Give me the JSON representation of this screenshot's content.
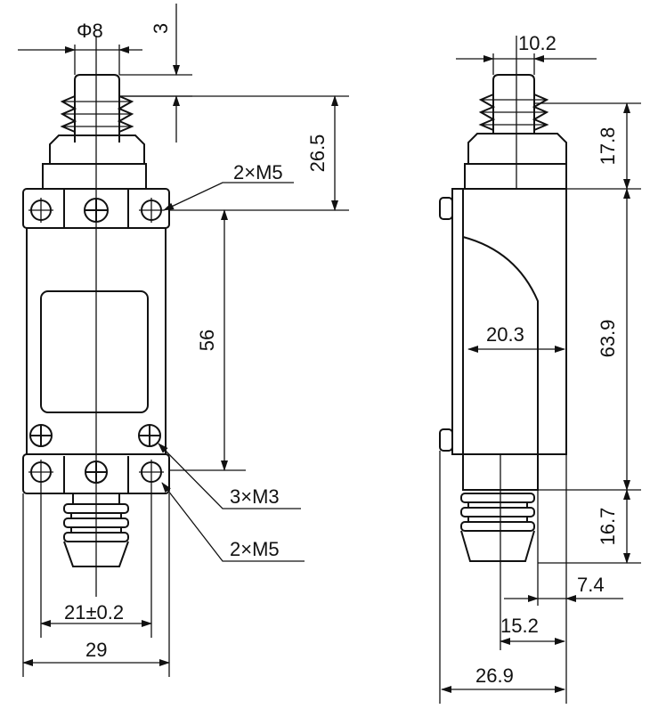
{
  "drawing": {
    "front_view": {
      "dims": {
        "plunger_diameter": "Φ8",
        "plunger_stroke": "3",
        "plunger_height": "26.5",
        "hole_pitch_vertical": "56",
        "mount_pitch": "21±0.2",
        "body_width": "29"
      },
      "callouts": {
        "top_holes": "2×M5",
        "cover_screws": "3×M3",
        "bottom_holes": "2×M5"
      }
    },
    "side_view": {
      "dims": {
        "plunger_width": "10.2",
        "plunger_height": "17.8",
        "body_height": "63.9",
        "body_depth": "20.3",
        "boot_height": "16.7",
        "offset_small": "7.4",
        "offset_mid": "15.2",
        "overall_depth": "26.9"
      }
    }
  }
}
